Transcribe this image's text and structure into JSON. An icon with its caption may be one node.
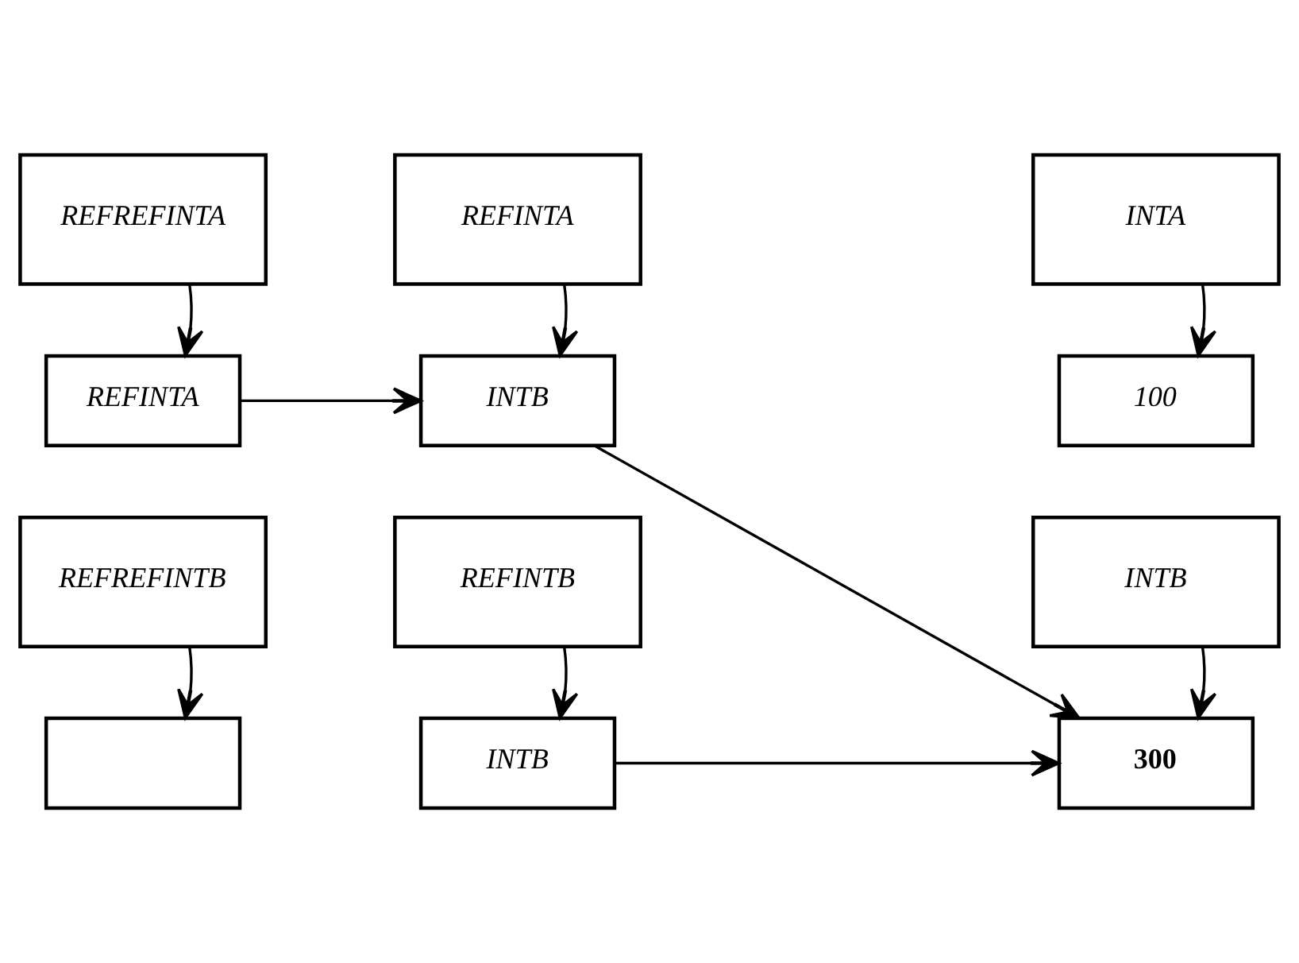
{
  "diagram": {
    "nodes": [
      {
        "text": [
          "REFREFINTA"
        ]
      },
      {
        "text": [
          "REFINTA"
        ]
      },
      {
        "text": [
          "INTA"
        ]
      },
      {
        "text": [
          "REFINTA"
        ]
      },
      {
        "text": [
          "INTB"
        ]
      },
      {
        "text": [
          "100"
        ]
      },
      {
        "text": [
          "REFREFINTB"
        ]
      },
      {
        "text": [
          "REFINTB"
        ]
      },
      {
        "text": [
          "INTB"
        ]
      },
      {
        "text": [],
        "shape": "box"
      },
      {
        "text": [
          "INTB"
        ]
      },
      {
        "text": [
          "300"
        ]
      }
    ],
    "edges": [
      {
        "from": 0,
        "to": 3,
        "arrow": "to"
      },
      {
        "from": 1,
        "to": 4,
        "arrow": "to"
      },
      {
        "from": 2,
        "to": 5,
        "arrow": "to"
      },
      {
        "from": 3,
        "to": 4,
        "arrow": "to"
      },
      {
        "from": 4,
        "to": 11,
        "arrow": "to"
      },
      {
        "from": 6,
        "to": 9,
        "arrow": "to"
      },
      {
        "from": 7,
        "to": 10,
        "arrow": "to"
      },
      {
        "from": 8,
        "to": 11,
        "arrow": "to"
      },
      {
        "from": 10,
        "to": 11,
        "arrow": "to"
      }
    ]
  }
}
